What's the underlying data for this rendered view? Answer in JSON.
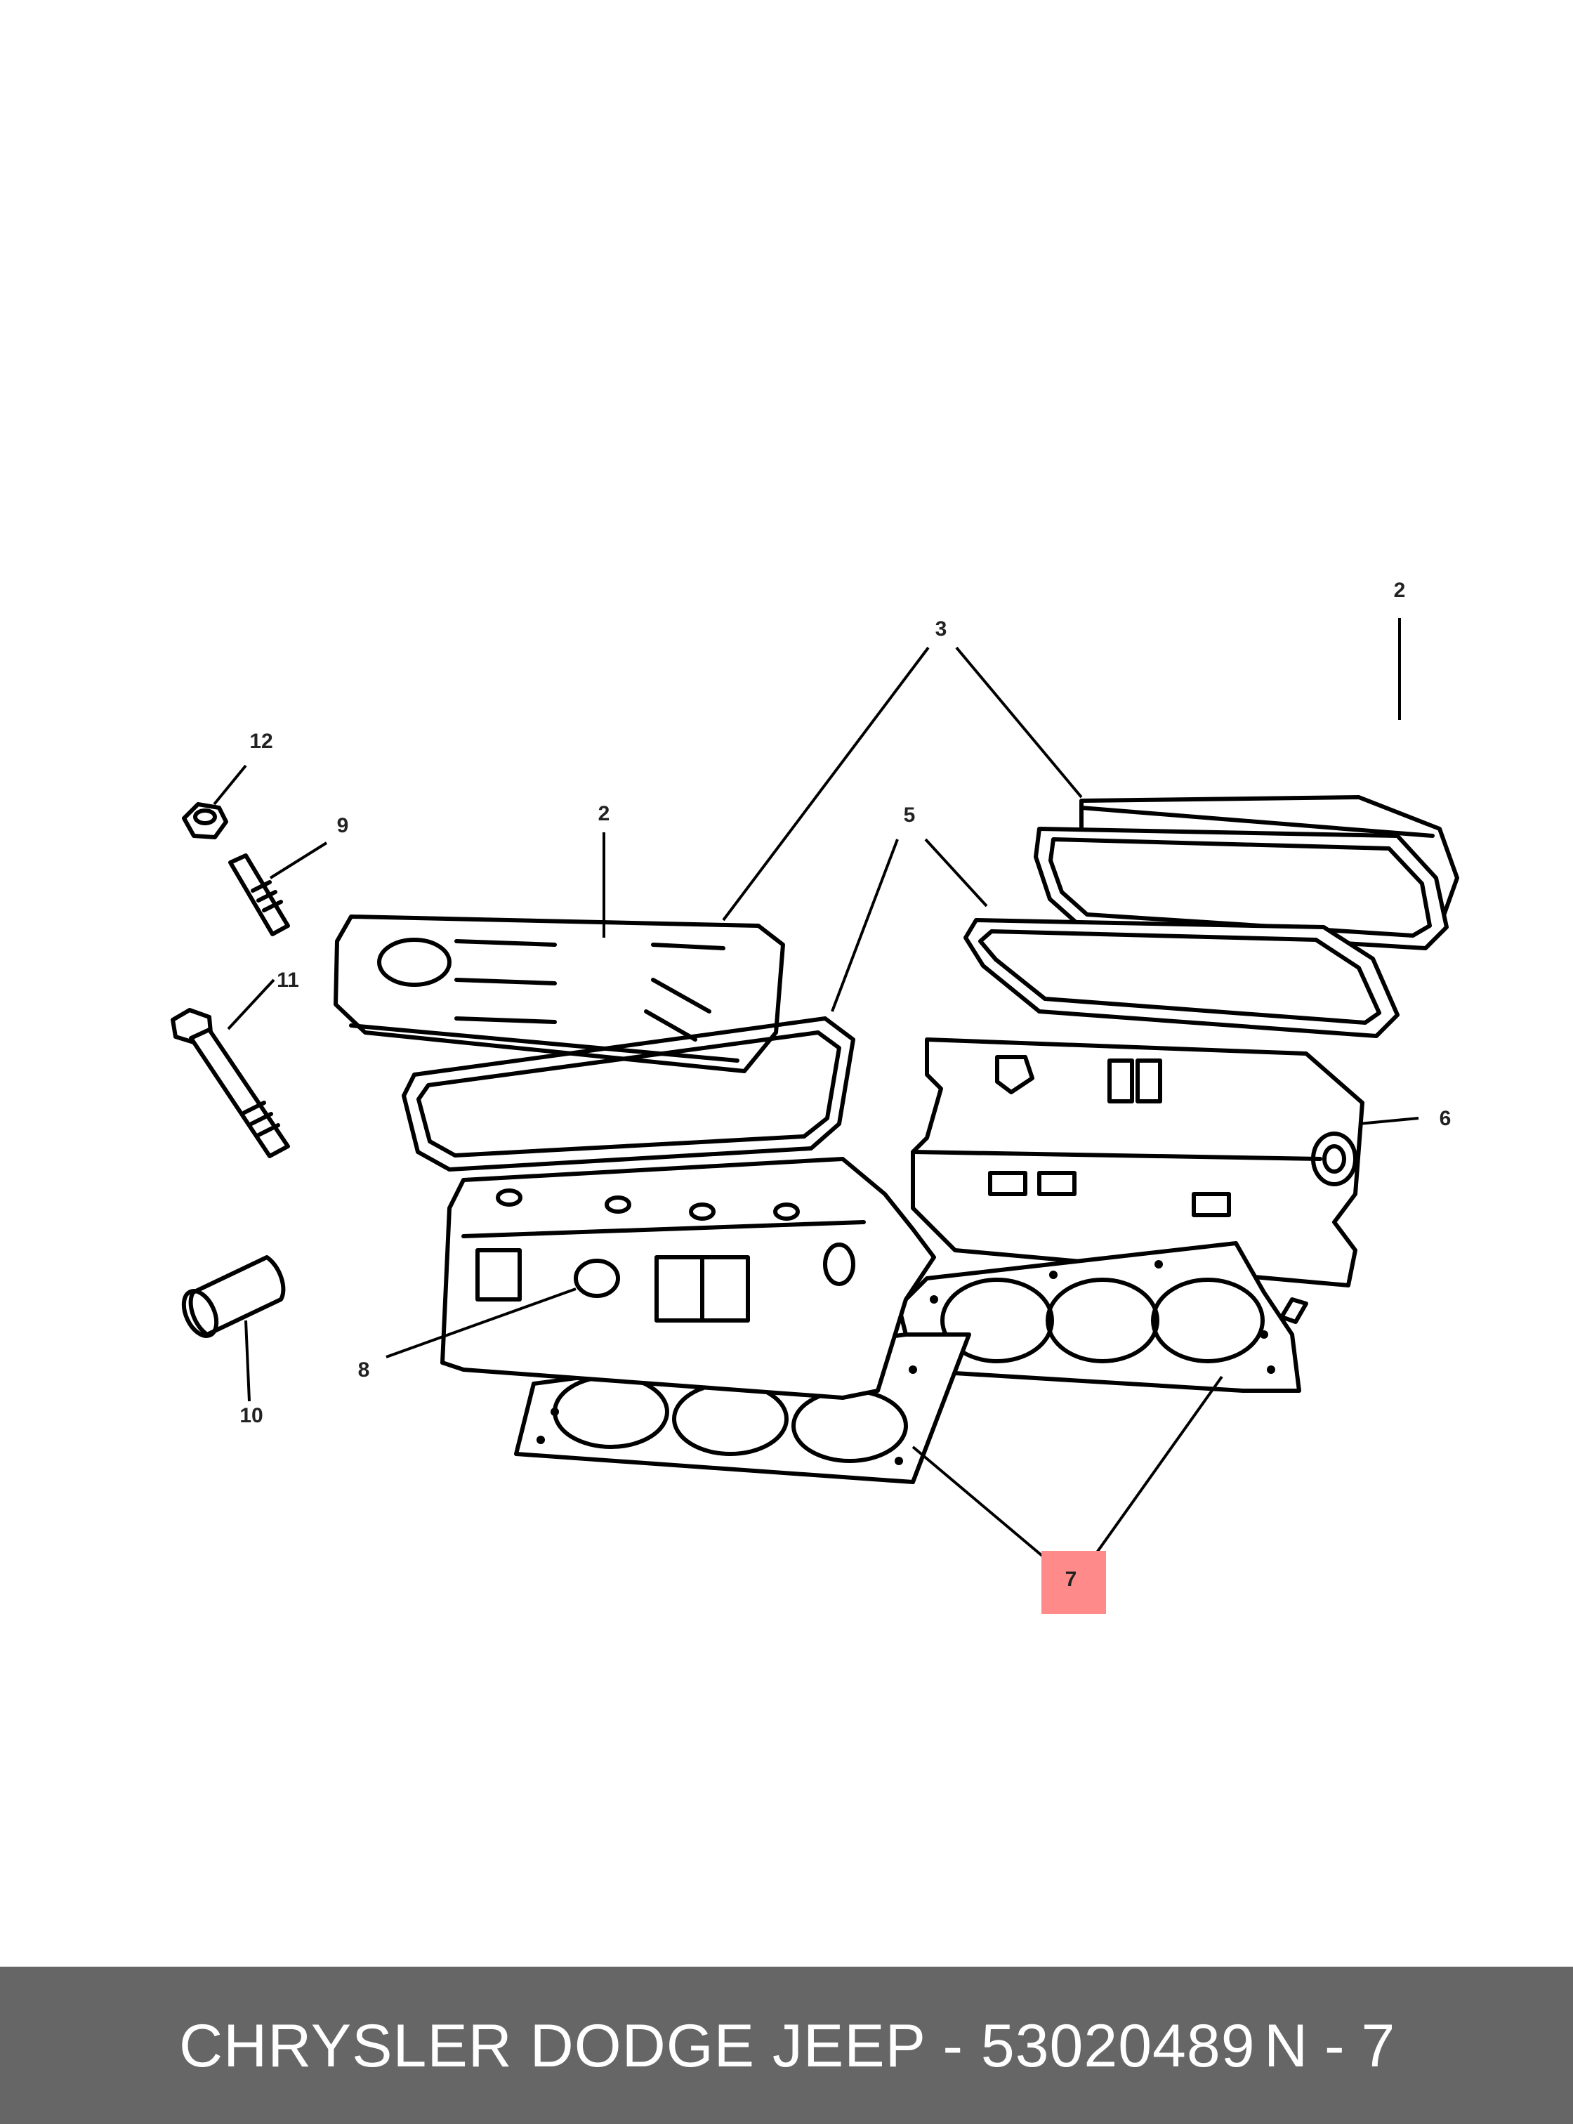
{
  "diagram": {
    "callouts": [
      {
        "id": "c2-right",
        "label": "2"
      },
      {
        "id": "c3",
        "label": "3"
      },
      {
        "id": "c12",
        "label": "12"
      },
      {
        "id": "c9",
        "label": "9"
      },
      {
        "id": "c2-left",
        "label": "2"
      },
      {
        "id": "c5",
        "label": "5"
      },
      {
        "id": "c11",
        "label": "11"
      },
      {
        "id": "c6",
        "label": "6"
      },
      {
        "id": "c8",
        "label": "8"
      },
      {
        "id": "c10",
        "label": "10"
      },
      {
        "id": "c7",
        "label": "7",
        "highlighted": true
      }
    ],
    "highlight_color": "#ff8a8a"
  },
  "footer": {
    "title": "CHRYSLER DODGE JEEP - 53020489",
    "ref": "N - 7",
    "background": "#666666"
  }
}
